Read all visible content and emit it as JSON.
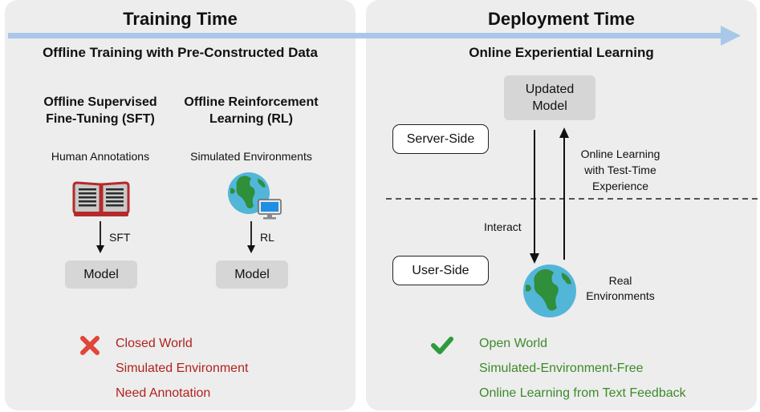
{
  "training": {
    "title": "Training Time",
    "subtitle": "Offline Training with Pre-Constructed Data",
    "sft": {
      "heading_line1": "Offline Supervised",
      "heading_line2": "Fine-Tuning (SFT)",
      "source": "Human Annotations",
      "arrow_label": "SFT",
      "model": "Model",
      "icon": "book-icon"
    },
    "rl": {
      "heading_line1": "Offline Reinforcement",
      "heading_line2": "Learning (RL)",
      "source": "Simulated Environments",
      "arrow_label": "RL",
      "model": "Model",
      "icon": "globe-computer-icon"
    },
    "cons": [
      "Closed World",
      "Simulated Environment",
      "Need Annotation"
    ],
    "cons_icon": "red-cross-icon"
  },
  "deployment": {
    "title": "Deployment Time",
    "subtitle": "Online Experiential Learning",
    "updated_model_line1": "Updated",
    "updated_model_line2": "Model",
    "server_side": "Server-Side",
    "user_side": "User-Side",
    "online_learning_line1": "Online Learning",
    "online_learning_line2": "with Test-Time",
    "online_learning_line3": "Experience",
    "interact": "Interact",
    "real_env_line1": "Real",
    "real_env_line2": "Environments",
    "pros": [
      "Open World",
      "Simulated-Environment-Free",
      "Online Learning from Text Feedback"
    ],
    "pros_icon": "green-check-icon"
  },
  "colors": {
    "panel_bg": "#ededed",
    "timeline_arrow": "#a9c8e8",
    "negative": "#b0221e",
    "positive": "#3d8a2a",
    "box_gray": "#d6d6d6"
  }
}
